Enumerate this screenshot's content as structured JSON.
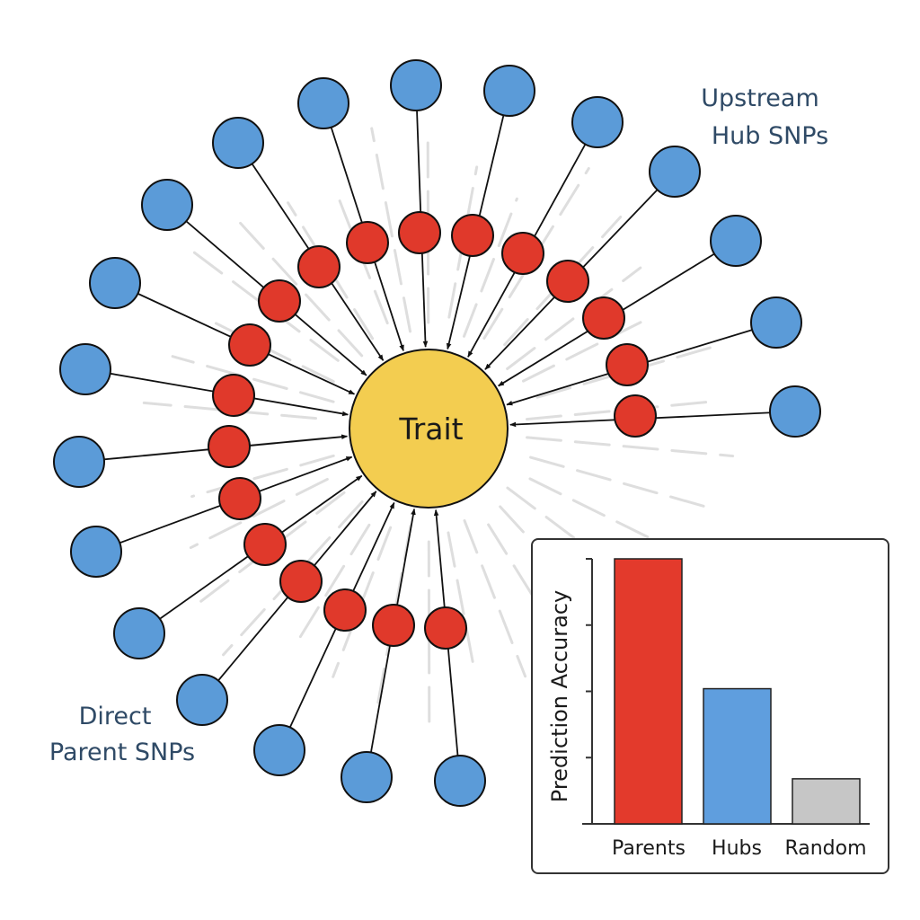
{
  "diagram": {
    "center_label": "Trait",
    "hub_label_lines": [
      "Upstream",
      "Hub SNPs"
    ],
    "parent_label_lines": [
      "Direct",
      "Parent SNPs"
    ],
    "colors": {
      "hub": "#5b9bd8",
      "parent": "#e0392b",
      "trait": "#f3cd50",
      "edge": "#111111",
      "faint_edge": "#dedede",
      "label": "#2f4a66"
    }
  },
  "chart_data": {
    "type": "bar",
    "ylabel": "Prediction Accuracy",
    "categories": [
      "Parents",
      "Hubs",
      "Random"
    ],
    "values": [
      1.0,
      0.51,
      0.17
    ],
    "ylim": [
      0,
      1.0
    ],
    "colors": [
      "#e33a2c",
      "#5f9ede",
      "#c6c6c6"
    ]
  }
}
